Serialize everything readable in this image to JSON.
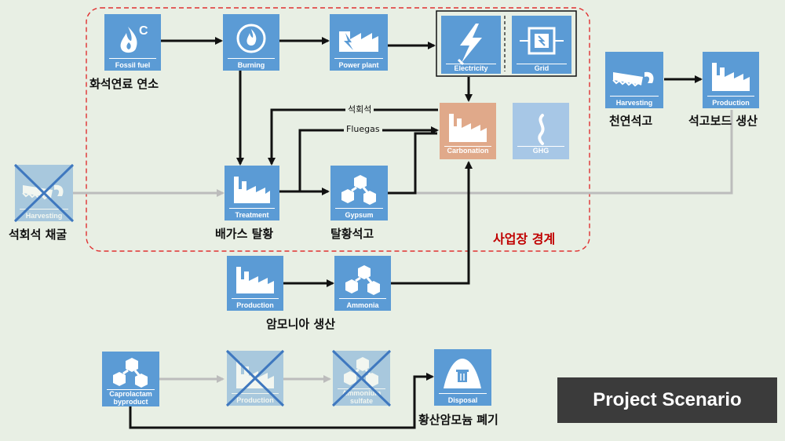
{
  "nodes": {
    "fossil_fuel": {
      "caption": "Fossil fuel"
    },
    "burning": {
      "caption": "Burning"
    },
    "power_plant": {
      "caption": "Power plant"
    },
    "electricity": {
      "caption": "Electricity"
    },
    "grid": {
      "caption": "Grid"
    },
    "carbonation": {
      "caption": "Carbonation"
    },
    "ghg": {
      "caption": "GHG"
    },
    "harvesting_natural": {
      "caption": "Harvesting"
    },
    "production_board": {
      "caption": "Production"
    },
    "harvesting_limestone": {
      "caption": "Harvesting"
    },
    "treatment": {
      "caption": "Treatment"
    },
    "gypsum": {
      "caption": "Gypsum"
    },
    "production_ammonia": {
      "caption": "Production"
    },
    "ammonia": {
      "caption": "Ammonia"
    },
    "caprolactam": {
      "caption_line1": "Caprolactam",
      "caption_line2": "byproduct"
    },
    "production_as": {
      "caption": "Production"
    },
    "ammonium_sulfate": {
      "caption_line1": "Ammonium",
      "caption_line2": "sulfate"
    },
    "disposal": {
      "caption": "Disposal"
    }
  },
  "labels": {
    "fossil_combustion": "화석연료 연소",
    "natural_gypsum": "천연석고",
    "gypsum_board_production": "석고보드 생산",
    "limestone_mining": "석회석 채굴",
    "flue_gas_desulfurization": "배가스 탈황",
    "desulfurized_gypsum": "탈황석고",
    "ammonia_production": "암모니아 생산",
    "ammonium_sulfate_disposal": "황산암모늄 폐기",
    "business_boundary": "사업장 경계"
  },
  "flows": {
    "limestone": "석회석",
    "fluegas": "Fluegas"
  },
  "scenario_title": "Project Scenario",
  "colors": {
    "box_blue": "#5b9bd5",
    "carbonation_orange": "#e0a98a",
    "ghg_pale_blue": "#a7c7e6",
    "boundary_red": "#e03030",
    "background": "#e8efe4",
    "scenario_bg": "#3b3b3b",
    "cross_blue": "#3f78bf"
  },
  "icons": {
    "fossil_fuel": "flame-c-icon",
    "burning": "flame-circle-icon",
    "power_plant": "lightning-factory-icon",
    "electricity": "lightning-icon",
    "grid": "grid-icon",
    "carbonation": "factory-icon",
    "ghg": "smoke-icon",
    "harvesting": "saw-icon",
    "production": "factory-icon",
    "treatment": "factory-icon",
    "gypsum": "molecule-icon",
    "ammonia": "molecule-icon",
    "caprolactam": "molecule-icon",
    "ammonium_sulfate": "molecule-icon",
    "disposal": "landfill-icon"
  }
}
